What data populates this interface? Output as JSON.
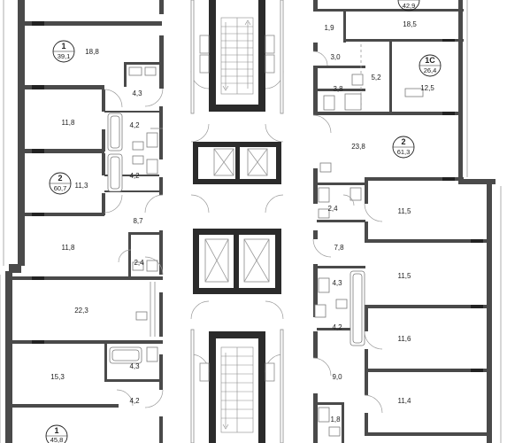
{
  "units": [
    {
      "id": "unit-left-1-top",
      "type": "1",
      "area": "39,1"
    },
    {
      "id": "unit-left-2",
      "type": "2",
      "area": "60,7"
    },
    {
      "id": "unit-left-1-bottom",
      "type": "1",
      "area": "45,8"
    },
    {
      "id": "unit-right-top",
      "type": "",
      "area": "42,9"
    },
    {
      "id": "unit-right-1c",
      "type": "1С",
      "area": "26,4"
    },
    {
      "id": "unit-right-2",
      "type": "2",
      "area": "61,3"
    }
  ],
  "rooms": {
    "left": [
      "18,8",
      "4,3",
      "11,8",
      "4,2",
      "4,2",
      "11,3",
      "8,7",
      "11,8",
      "2,4",
      "22,3",
      "15,3",
      "4,3",
      "4,2"
    ],
    "right": [
      "18,5",
      "1,9",
      "3,0",
      "5,2",
      "3,8",
      "12,5",
      "23,8",
      "2,4",
      "11,5",
      "7,8",
      "11,5",
      "4,3",
      "4,2",
      "11,6",
      "9,0",
      "11,4",
      "1,8"
    ]
  }
}
